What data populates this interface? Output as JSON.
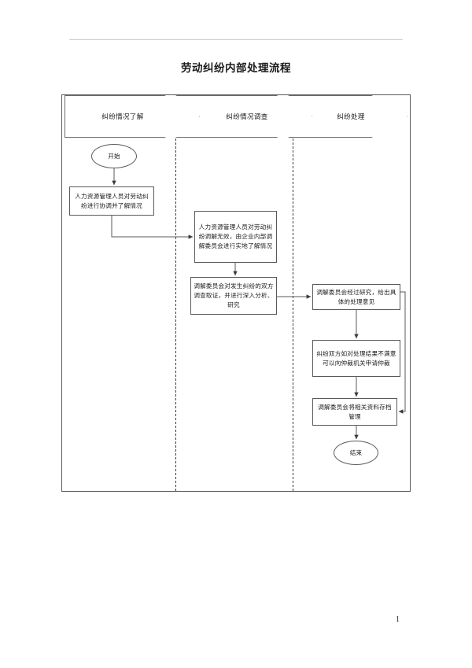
{
  "document": {
    "title": "劳动纠纷内部处理流程",
    "page_number": "1"
  },
  "diagram": {
    "type": "flowchart",
    "orientation": "swimlane-horizontal",
    "lanes": [
      {
        "id": "lane-1",
        "label": "纠纷情况了解"
      },
      {
        "id": "lane-2",
        "label": "纠纷情况调查"
      },
      {
        "id": "lane-3",
        "label": "纠纷处理"
      }
    ],
    "nodes": [
      {
        "id": "start",
        "lane": "lane-1",
        "shape": "terminator",
        "label": "开始"
      },
      {
        "id": "hr",
        "lane": "lane-1",
        "shape": "process",
        "label": "人力资源管理人员对劳动纠纷进行协调并了解情况"
      },
      {
        "id": "comm",
        "lane": "lane-2",
        "shape": "process",
        "label": "人力资源管理人员对劳动纠纷调解无效，由企业内部调解委员会进行实地了解情况"
      },
      {
        "id": "invest",
        "lane": "lane-2",
        "shape": "process",
        "label": "调解委员会对发生纠纷的双方调查取证，并进行深入分析、研究"
      },
      {
        "id": "opin",
        "lane": "lane-3",
        "shape": "process",
        "label": "调解委员会经过研究，给出具体的处理意见"
      },
      {
        "id": "arbit",
        "lane": "lane-3",
        "shape": "process",
        "label": "纠纷双方如对处理结果不满意可以向仲裁机关申请仲裁"
      },
      {
        "id": "arch",
        "lane": "lane-3",
        "shape": "process",
        "label": "调解委员会将相关资料存档管理"
      },
      {
        "id": "end",
        "lane": "lane-3",
        "shape": "terminator",
        "label": "结束"
      }
    ],
    "edges": [
      {
        "from": "start",
        "to": "hr"
      },
      {
        "from": "hr",
        "to": "comm"
      },
      {
        "from": "comm",
        "to": "invest"
      },
      {
        "from": "invest",
        "to": "opin"
      },
      {
        "from": "opin",
        "to": "arbit"
      },
      {
        "from": "arbit",
        "to": "arch"
      },
      {
        "from": "arch",
        "to": "end"
      },
      {
        "from": "opin",
        "to": "arch",
        "kind": "feedback-right-loop"
      }
    ],
    "colors": {
      "line": "#5a5a5a",
      "divider": "#3c3c3c",
      "text": "#1a1a1a",
      "background": "#ffffff"
    }
  }
}
